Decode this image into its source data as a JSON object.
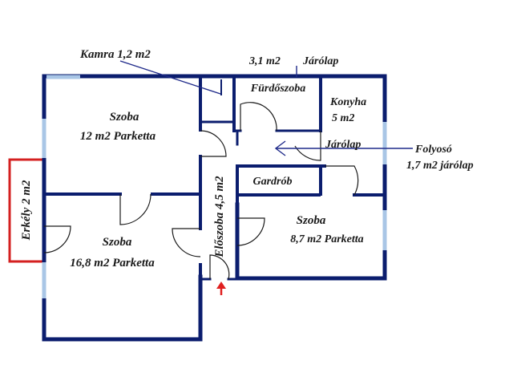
{
  "plan": {
    "callouts": {
      "kamra": "Kamra 1,2 m2",
      "furdo_area": "3,1 m2",
      "furdo_floor": "Járólap",
      "folyoso_name": "Folyosó",
      "folyoso_area": "1,7 m2 járólap"
    },
    "rooms": {
      "szoba1_name": "Szoba",
      "szoba1_area": "12 m2 Parketta",
      "szoba2_name": "Szoba",
      "szoba2_area": "16,8 m2 Parketta",
      "szoba3_name": "Szoba",
      "szoba3_area": "8,7 m2 Parketta",
      "furdo": "Fürdőszoba",
      "konyha_name": "Konyha",
      "konyha_area": "5 m2",
      "konyha_floor": "Járólap",
      "gardrob": "Gardrób",
      "eloszoba": "Előszoba 4,5 m2",
      "erkely": "Erkély 2 m2"
    },
    "colors": {
      "wall": "#0b1d6e",
      "window": "#a9c6e6",
      "balcony": "#d42020",
      "entrance_arrow": "#e02020",
      "leader": "#1f2a8a"
    }
  }
}
